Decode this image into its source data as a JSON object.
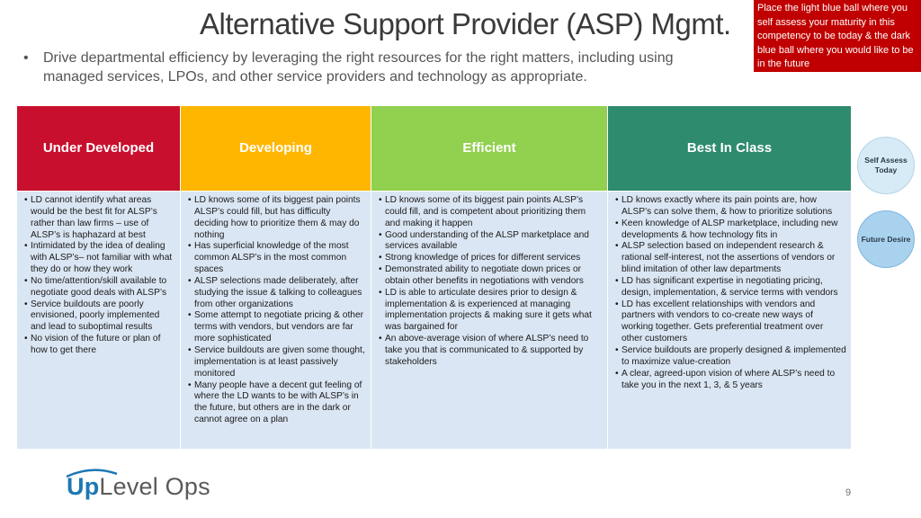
{
  "header": {
    "title": "Alternative Support Provider (ASP) Mgmt.",
    "bullet": "•",
    "subtitle": "Drive departmental efficiency by leveraging the right resources for the right matters, including using managed services, LPOs, and other service providers and technology as appropriate."
  },
  "note": {
    "text": "Place the light blue ball where you self assess your maturity in this competency to be today & the dark blue ball where you would like to be in the future",
    "color": "#c00000"
  },
  "columns": [
    {
      "heading": "Under Developed",
      "color": "#c8102e",
      "items": [
        "LD cannot identify what areas would be the best fit for ALSP’s rather than law firms – use of ALSP’s is haphazard at best",
        "Intimidated by the idea of dealing with ALSP’s– not familiar with what they do or how they work",
        "No time/attention/skill available to negotiate good deals with ALSP’s",
        "Service buildouts are poorly envisioned, poorly implemented and lead to suboptimal results",
        "No vision of the future or plan of how to get there"
      ]
    },
    {
      "heading": "Developing",
      "color": "#ffb600",
      "items": [
        "LD knows some of its biggest pain points ALSP’s could fill, but has difficulty deciding how to prioritize them & may do nothing",
        "Has superficial knowledge of the most common ALSP’s in the most common spaces",
        "ALSP selections made deliberately, after studying the issue & talking to colleagues from other organizations",
        "Some attempt to negotiate pricing & other terms with vendors, but vendors are far more sophisticated",
        "Service buildouts are given some thought, implementation is at least passively monitored",
        "Many people have a decent gut feeling of where the LD wants to be with ALSP’s in the future, but others are in the dark or cannot agree on a plan"
      ]
    },
    {
      "heading": "Efficient",
      "color": "#92d050",
      "items": [
        "LD knows some of its biggest pain points ALSP’s could fill, and is competent about prioritizing them and making it happen",
        "Good understanding of the ALSP marketplace and services available",
        "Strong knowledge of prices for different services",
        "Demonstrated ability to negotiate down prices or obtain other benefits in negotiations with vendors",
        "LD is able to articulate desires prior to design & implementation & is experienced at managing implementation projects & making sure it gets what was bargained for",
        "An above-average vision of where ALSP’s need to take you that is communicated to & supported by stakeholders"
      ]
    },
    {
      "heading": "Best In Class",
      "color": "#2e8b6e",
      "items": [
        "LD knows exactly where its pain points are, how ALSP’s can solve them, & how to prioritize solutions",
        "Keen knowledge of ALSP marketplace, including new developments & how technology fits in",
        "ALSP selection based on independent research & rational self-interest, not the assertions of vendors or blind imitation of other law departments",
        "LD has significant expertise in negotiating pricing, design, implementation, & service terms with vendors",
        "LD has excellent relationships with vendors and partners with vendors to co-create new ways of working together.  Gets preferential treatment over other customers",
        "Service buildouts are properly designed & implemented to maximize value-creation",
        "A clear, agreed-upon vision of where ALSP’s need to take you in the next 1, 3, & 5 years"
      ]
    }
  ],
  "balls": {
    "today": "Self Assess Today",
    "future": "Future Desire"
  },
  "logo": {
    "up": "Up",
    "rest": "Level Ops"
  },
  "page_number": "9",
  "colors": {
    "cell_background": "#dbe6f4",
    "ball_light": "#d6ebf6",
    "ball_dark": "#a9d2ee",
    "logo_blue": "#1c78b4"
  }
}
